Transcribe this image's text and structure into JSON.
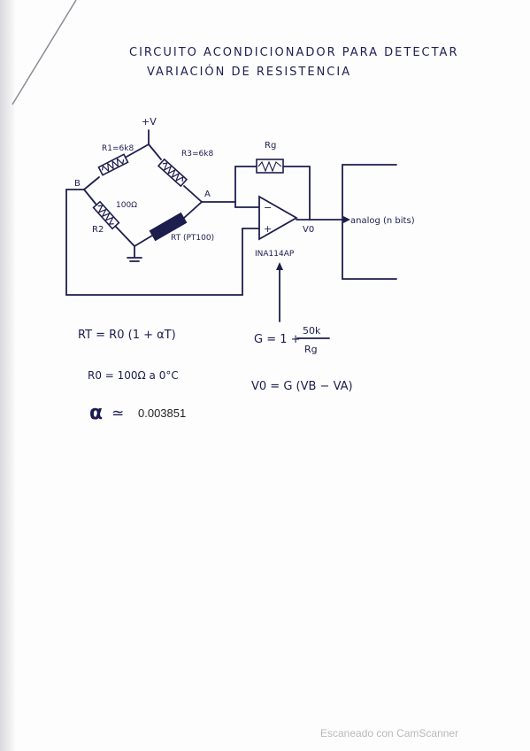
{
  "title": {
    "line1": "CIRCUITO ACONDICIONADOR PARA DETECTAR",
    "line2": "VARIACIÓN DE RESISTENCIA"
  },
  "circuit": {
    "supply_label": "+V",
    "node_b": "B",
    "node_a": "A",
    "r1_label": "R1=6k8",
    "r3_label": "R3=6k8",
    "r2_value": "100Ω",
    "r2_label": "R2",
    "rt_label": "RT (PT100)",
    "rg_label": "Rg",
    "opamp_minus": "−",
    "opamp_plus": "+",
    "opamp_part": "INA114AP",
    "output_label": "V0",
    "adc_label": "analog (n bits)"
  },
  "equations": {
    "rt_formula": "RT = R0 (1 + αT)",
    "r0_value": "R0 = 100Ω a 0°C",
    "alpha_symbol": "α",
    "alpha_approx": "≃",
    "alpha_value": "0.003851",
    "gain_lhs": "G = 1 +",
    "gain_num": "50k",
    "gain_den": "Rg",
    "vout_formula": "V0 = G (VB − VA)"
  },
  "footer": {
    "scanner_text": "Escaneado con CamScanner"
  },
  "colors": {
    "ink": "#1d1d4e",
    "paper": "#fdfdfd",
    "footer": "#b9b9b9"
  }
}
